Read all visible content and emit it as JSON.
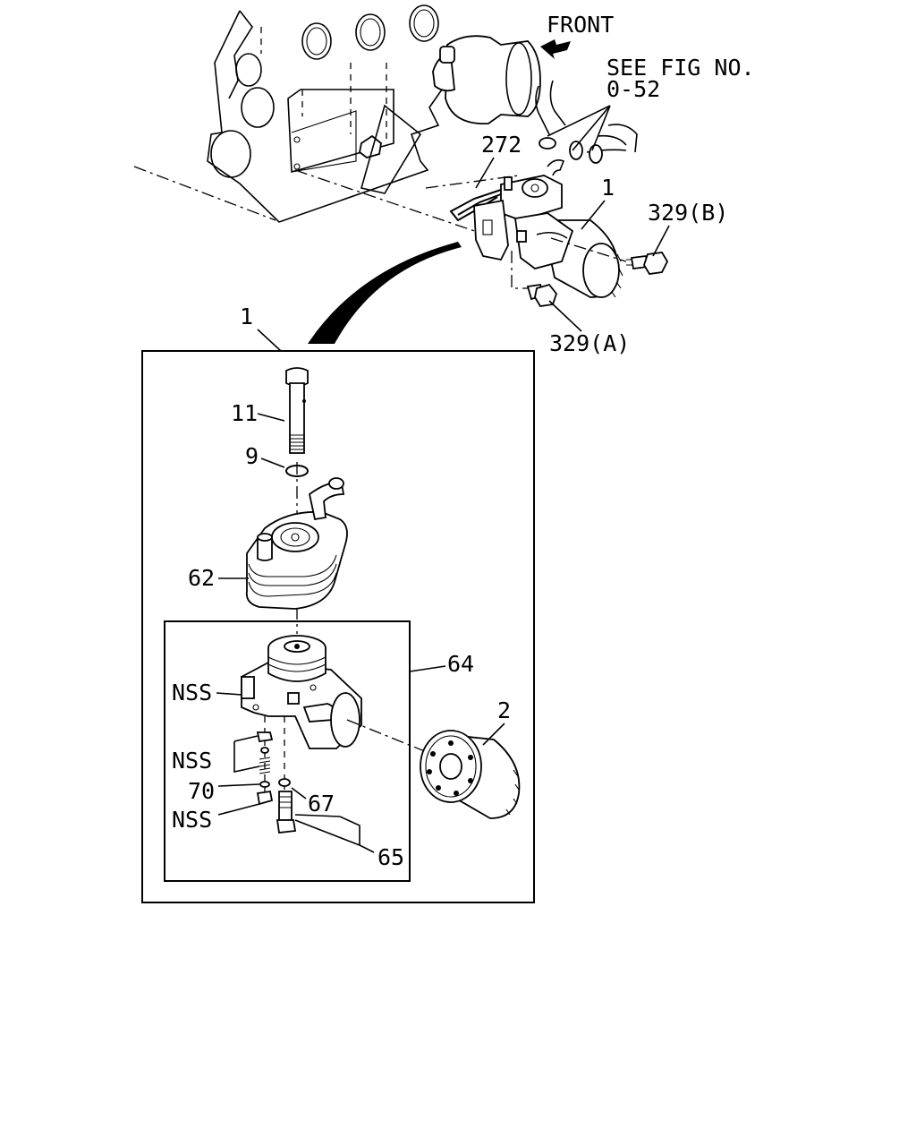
{
  "header": {
    "front_label": "FRONT",
    "see_fig_line1": "SEE FIG NO.",
    "see_fig_line2": "0-52"
  },
  "callouts": {
    "c272": "272",
    "c1_top": "1",
    "c329b": "329(B)",
    "c329a": "329(A)",
    "c1_box": "1",
    "c11": "11",
    "c9": "9",
    "c62": "62",
    "c64": "64",
    "c2": "2",
    "nss1": "NSS",
    "nss2": "NSS",
    "c70": "70",
    "nss3": "NSS",
    "c67": "67",
    "c65": "65"
  }
}
